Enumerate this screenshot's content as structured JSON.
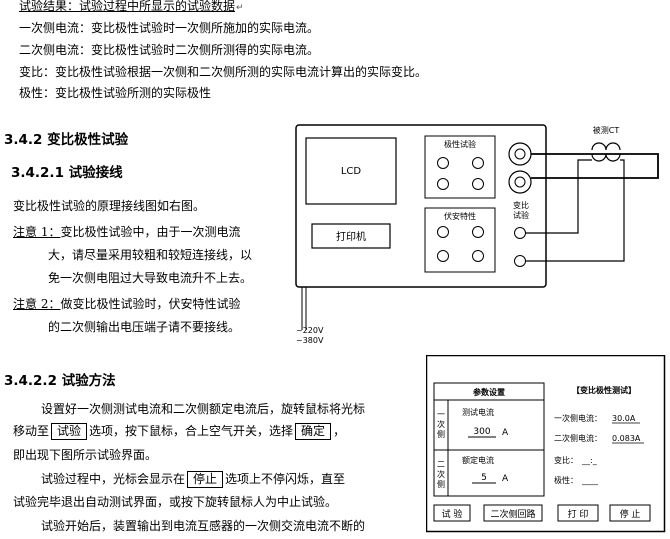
{
  "defs": {
    "result_label": "试验结果：",
    "result_text": "试验过程中所显示的试验数据",
    "primary_current": "一次侧电流：变比极性试验时一次侧所施加的实际电流。",
    "secondary_current": "二次侧电流：变比极性试验时二次侧所测得的实际电流。",
    "ratio": "变比：变比极性试验根据一次侧和二次侧所测的实际电流计算出的实际变比。",
    "polarity": "极性：变比极性试验所测的实际极性"
  },
  "sections": {
    "s342": "3.4.2  变比极性试验",
    "s3421": "3.4.2.1    试验接线",
    "s3422": "3.4.2.2    试验方法"
  },
  "wiring": {
    "intro": "变比极性试验的原理接线图如右图。",
    "note1_label": "注意 1：",
    "note1_line1": "变比极性试验中，由于一次测电流",
    "note1_line2": "大，请尽量采用较粗和较短连接线，以",
    "note1_line3": "免一次侧电阻过大导致电流升不上去。",
    "note2_label": "注意 2：",
    "note2_line1": "做变比极性试验时，伏安特性试验",
    "note2_line2": "的二次侧输出电压端子请不要接线。"
  },
  "method": {
    "p1_a": "设置好一次侧测试电流和二次侧额定电流后，旋转鼠标将光标",
    "p1_b1": "移动至",
    "p1_btn1": "试验",
    "p1_b2": "选项，按下鼠标，合上空气开关，选择",
    "p1_btn2": "确定",
    "p1_b3": "，",
    "p1_c": "即出现下图所示试验界面。",
    "p2_a1": "试验过程中，光标会显示在",
    "p2_btn": "停止",
    "p2_a2": "选项上不停闪烁，直至",
    "p2_b": "试验完毕退出自动测试界面，或按下旋转鼠标人为中止试验。",
    "p3": "试验开始后，装置输出到电流互感器的一次侧交流电流不断的"
  },
  "diagram": {
    "lcd": "LCD",
    "printer": "打印机",
    "polarity_test": "极性试验",
    "va_char": "伏安特性",
    "ratio_test_1": "变比",
    "ratio_test_2": "试验",
    "ct_label": "被测CT",
    "ac1": "~220V",
    "ac2": "~380V"
  },
  "screen": {
    "param_title": "参数设置",
    "primary_side_1": "一",
    "primary_side_2": "次",
    "primary_side_3": "侧",
    "secondary_side_1": "二",
    "secondary_side_2": "次",
    "secondary_side_3": "侧",
    "test_current_label": "测试电流",
    "test_current_value": "300",
    "test_current_unit": "A",
    "rated_current_label": "额定电流",
    "rated_current_value": "5",
    "rated_current_unit": "A",
    "result_title": "【变比极性测试】",
    "r1_label": "一次侧电流：",
    "r1_value": "30.0A",
    "r2_label": "二次侧电流：",
    "r2_value": "0.083A",
    "r3_label": "变比：",
    "r3_value": "__:_",
    "r4_label": "极性：",
    "r4_value": "____",
    "btn_test": "试 验",
    "btn_secondary_loop": "二次侧回路",
    "btn_print": "打 印",
    "btn_stop": "停 止"
  }
}
